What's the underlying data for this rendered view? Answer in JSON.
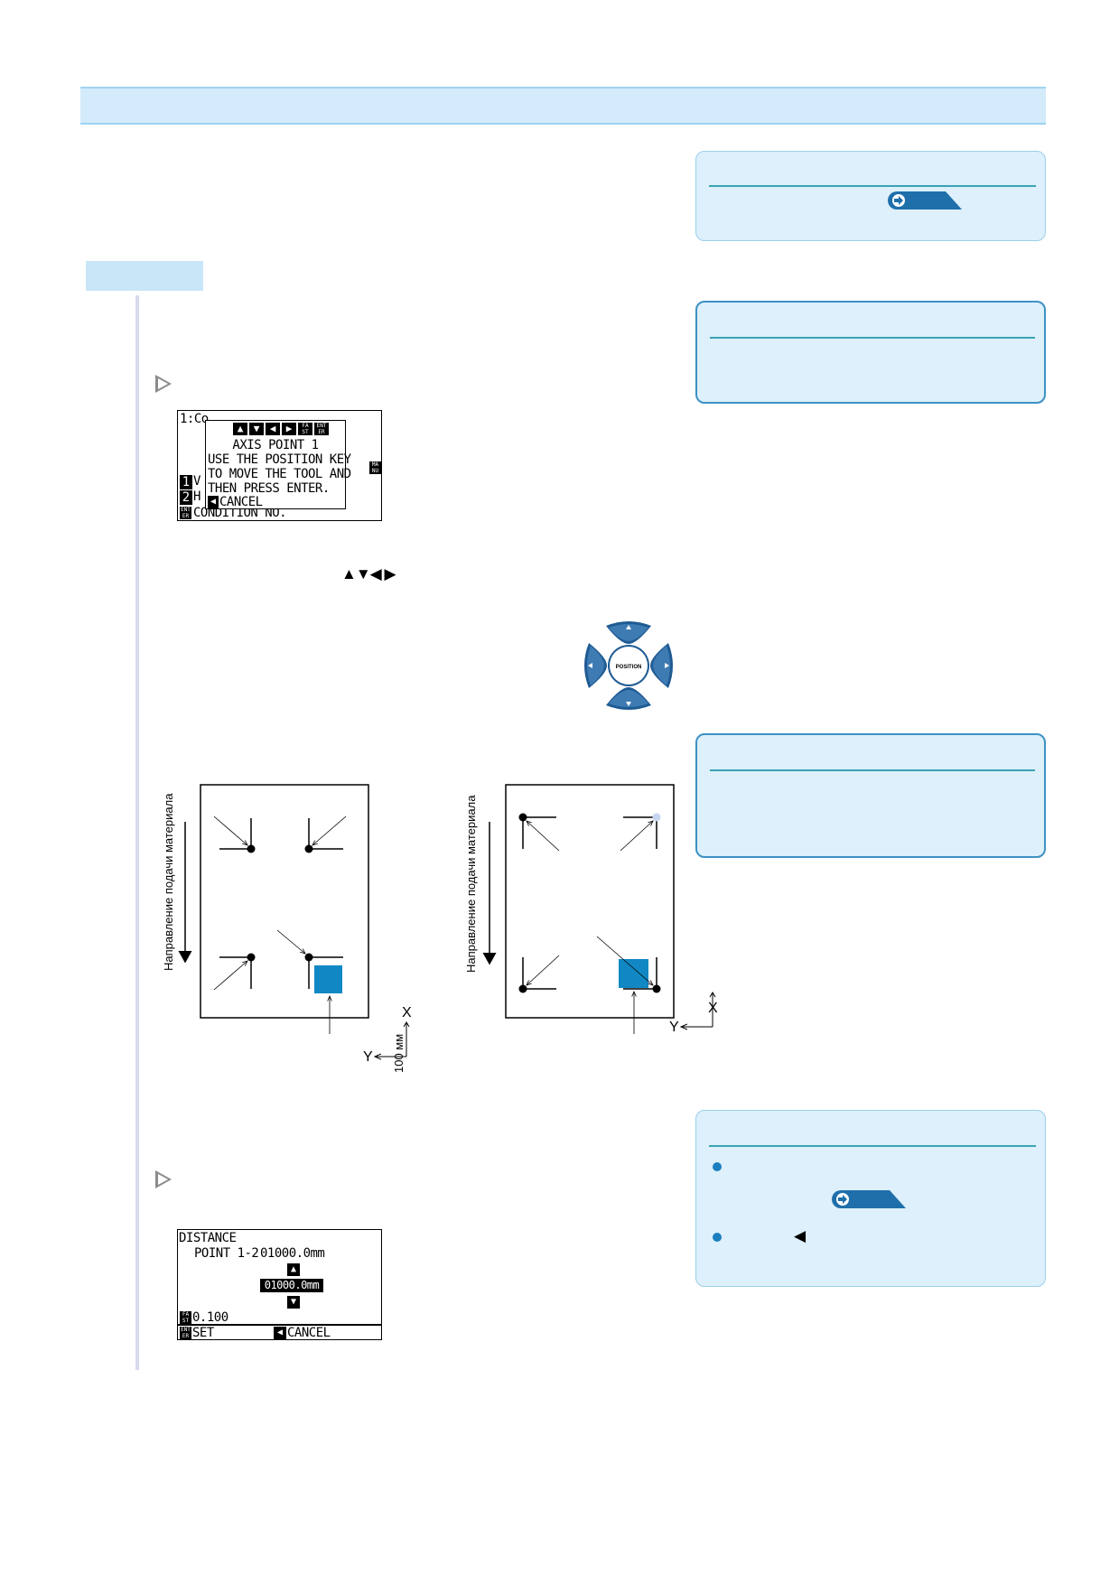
{
  "lcd1": {
    "bg_line1": "1:Co",
    "bg_line2_key": "1",
    "bg_line2_text": "V",
    "bg_line3_key": "2",
    "bg_line3_text": "H",
    "bg_line4_key": "ENT ER",
    "bg_line4_text": "CONDITION NO.",
    "side_key": "MA NU",
    "popup_keys": [
      "▲",
      "▼",
      "◀",
      "▶",
      "FA ST",
      "ENT ER"
    ],
    "popup_title": "AXIS POINT 1",
    "popup_line1": "USE THE POSITION KEY",
    "popup_line2": "TO MOVE THE TOOL AND",
    "popup_line3": "THEN PRESS ENTER.",
    "popup_cancel_key": "◀",
    "popup_cancel": "CANCEL"
  },
  "arrow_keys_inline": "▲▼◀ ▶",
  "position_pad": {
    "label": "POSITION",
    "colors": {
      "outer": "#1f5b93",
      "inner": "#3f7bb3",
      "center": "#ffffff"
    }
  },
  "diagrams": {
    "feed_label": "Направление подачи материала",
    "axis_x": "X",
    "axis_y": "Y",
    "scale_label": "100 мм",
    "fill_color": "#1188c4"
  },
  "lcd2": {
    "line1": "DISTANCE",
    "line2_label": "POINT 1-2",
    "line2_value": "01000.0mm",
    "up_key": "▲",
    "edit_value": "01000.0mm",
    "down_key": "▼",
    "fast_key": "FA ST",
    "step_value": "0.100",
    "enter_key": "ENT ER",
    "set_label": "SET",
    "cancel_key": "◀",
    "cancel_label": "CANCEL"
  },
  "note4": {
    "left_arrow": "◀"
  },
  "colors": {
    "accent": "#1a7fbf",
    "header": "#d3ebfa",
    "note_bg": "#ddf0fb"
  }
}
